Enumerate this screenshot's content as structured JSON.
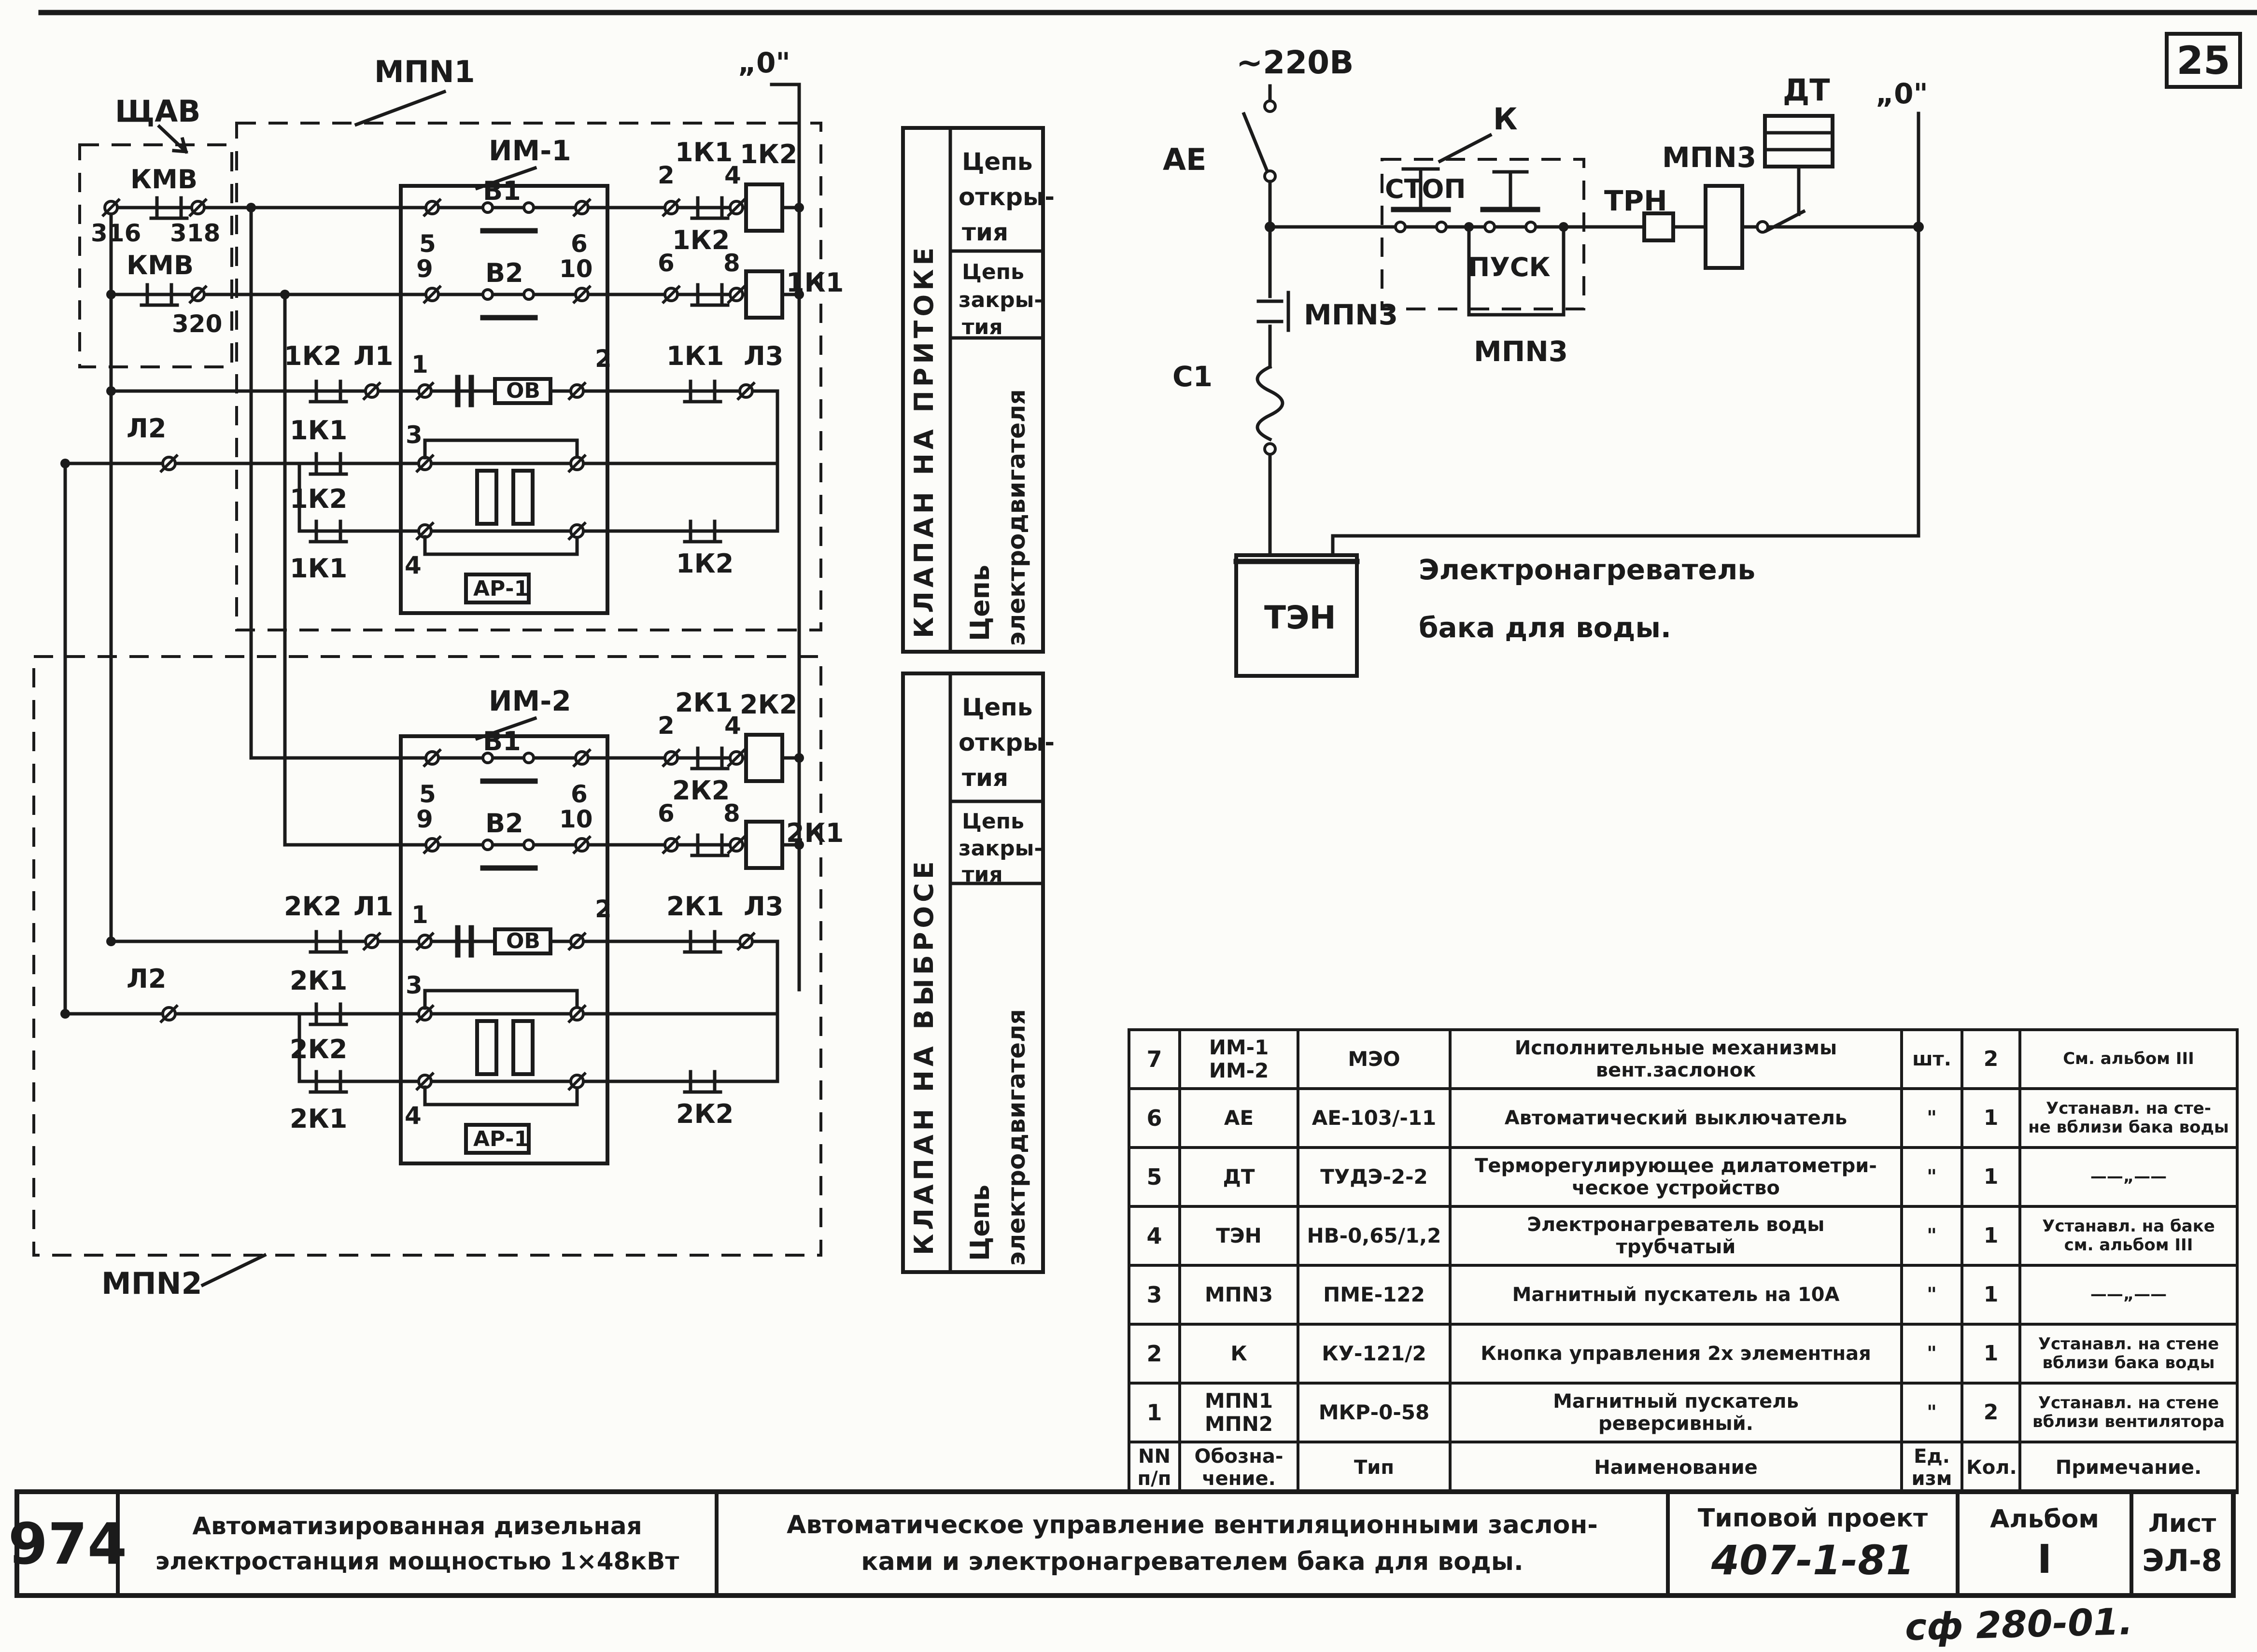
{
  "page": {
    "number": "25",
    "stamp": "сф 280-01."
  },
  "block1": {
    "mp": "МПN1",
    "cabinet": "ЩАВ",
    "im": "ИМ-1",
    "zero": "„0\"",
    "kmv1": "КМВ",
    "kmv2": "КМВ",
    "t316": "316",
    "t318": "318",
    "t320": "320",
    "b1": "В1",
    "b2": "В2",
    "t5": "5",
    "t6": "6",
    "t9": "9",
    "t10": "10",
    "r1_t2": "2",
    "r1_nc": "1К1",
    "r1_t4": "4",
    "r1_coil": "1К2",
    "r2_t6": "6",
    "r2_nc": "1К2",
    "r2_t8": "8",
    "r2_coil": "1К1",
    "r3_c": "1К2",
    "l1": "Л1",
    "r3_t1": "1",
    "ov": "ОВ",
    "r3_t2": "2",
    "r3_nc": "1К1",
    "l3": "Л3",
    "l2": "Л2",
    "r4_c": "1К1",
    "r4_t3": "3",
    "r5_c": "1К2",
    "r5_t4": "4",
    "r5_nc": "1К2",
    "r5b_c": "1К1",
    "ar": "АР-1"
  },
  "block2": {
    "mp": "МПN2",
    "im": "ИМ-2",
    "b1": "В1",
    "b2": "В2",
    "t5": "5",
    "t6": "6",
    "t9": "9",
    "t10": "10",
    "r1_t2": "2",
    "r1_nc": "2К1",
    "r1_t4": "4",
    "r1_coil": "2К2",
    "r2_t6": "6",
    "r2_nc": "2К2",
    "r2_t8": "8",
    "r2_coil": "2К1",
    "r3_c": "2К2",
    "l1": "Л1",
    "r3_t1": "1",
    "ov": "ОВ",
    "r3_t2": "2",
    "r3_nc": "2К1",
    "l3": "Л3",
    "l2": "Л2",
    "r4_c": "2К1",
    "r4_t3": "3",
    "r5_c": "2К2",
    "r5_t4": "4",
    "r5_nc": "2К2",
    "r5b_c": "2К1",
    "ar": "АР-1"
  },
  "tableA": {
    "side": "КЛАПАН  НА  ПРИТОКЕ",
    "open1": "Цепь",
    "open2": "откры-",
    "open3": "тия",
    "close1": "Цепь",
    "close2": "закры-",
    "close3": "тия",
    "motor1": "Цепь",
    "motor2": "электродвигателя"
  },
  "tableB": {
    "side": "КЛАПАН  НА  ВЫБРОСЕ",
    "open1": "Цепь",
    "open2": "откры-",
    "open3": "тия",
    "close1": "Цепь",
    "close2": "закры-",
    "close3": "тия",
    "motor1": "Цепь",
    "motor2": "электродвигателя"
  },
  "rc": {
    "v220": "~220В",
    "ae": "АЕ",
    "c1": "С1",
    "k": "К",
    "stop": "СТОП",
    "pusk": "ПУСК",
    "mpn3_left": "МПN3",
    "mpn3_hold": "МПN3",
    "trn": "ТРН",
    "mpn3_coil": "МПN3",
    "dt": "ДТ",
    "zero": "„0\"",
    "ten": "ТЭН",
    "cap1": "Электронагреватель",
    "cap2": "бака  для  воды."
  },
  "parts": {
    "h_num": "NN\nп/п",
    "h_des": "Обозна-\nчение.",
    "h_type": "Тип",
    "h_name": "Наименование",
    "h_unit": "Ед.\nизм",
    "h_qty": "Кол.",
    "h_note": "Примечание.",
    "rows": [
      {
        "num": "7",
        "des": "ИМ-1\nИМ-2",
        "type": "МЭО",
        "name": "Исполнительные механизмы\nвент.заслонок",
        "unit": "шт.",
        "qty": "2",
        "note": "См. альбом III"
      },
      {
        "num": "6",
        "des": "АЕ",
        "type": "АЕ-103/-11",
        "name": "Автоматический выключатель",
        "unit": "\"",
        "qty": "1",
        "note": "Устанавл. на сте-\nне вблизи бака воды"
      },
      {
        "num": "5",
        "des": "ДТ",
        "type": "ТУДЭ-2-2",
        "name": "Терморегулирующее дилатометри-\nческое устройство",
        "unit": "\"",
        "qty": "1",
        "note": "——„——"
      },
      {
        "num": "4",
        "des": "ТЭН",
        "type": "НВ-0,65/1,2",
        "name": "Электронагреватель воды\nтрубчатый",
        "unit": "\"",
        "qty": "1",
        "note": "Устанавл. на баке\nсм. альбом III"
      },
      {
        "num": "3",
        "des": "МПN3",
        "type": "ПМЕ-122",
        "name": "Магнитный пускатель на 10А",
        "unit": "\"",
        "qty": "1",
        "note": "——„——"
      },
      {
        "num": "2",
        "des": "К",
        "type": "КУ-121/2",
        "name": "Кнопка управления 2х элементная",
        "unit": "\"",
        "qty": "1",
        "note": "Устанавл. на стене\nвблизи бака воды"
      },
      {
        "num": "1",
        "des": "МПN1\nМПN2",
        "type": "МКР-0-58",
        "name": "Магнитный пускатель\nреверсивный.",
        "unit": "\"",
        "qty": "2",
        "note": "Устанавл. на стене\nвблизи вентилятора"
      }
    ]
  },
  "title_block": {
    "code": "974",
    "left1": "Автоматизированная дизельная",
    "left2": "электростанция мощностью 1×48кВт",
    "main1": "Автоматическое управление вентиляционными заслон-",
    "main2": "ками и электронагревателем бака для воды.",
    "tp_label": "Типовой проект",
    "tp_num": "407-1-81",
    "album_label": "Альбом",
    "album_num": "I",
    "sheet_label": "Лист",
    "sheet_num": "ЭЛ-8"
  }
}
